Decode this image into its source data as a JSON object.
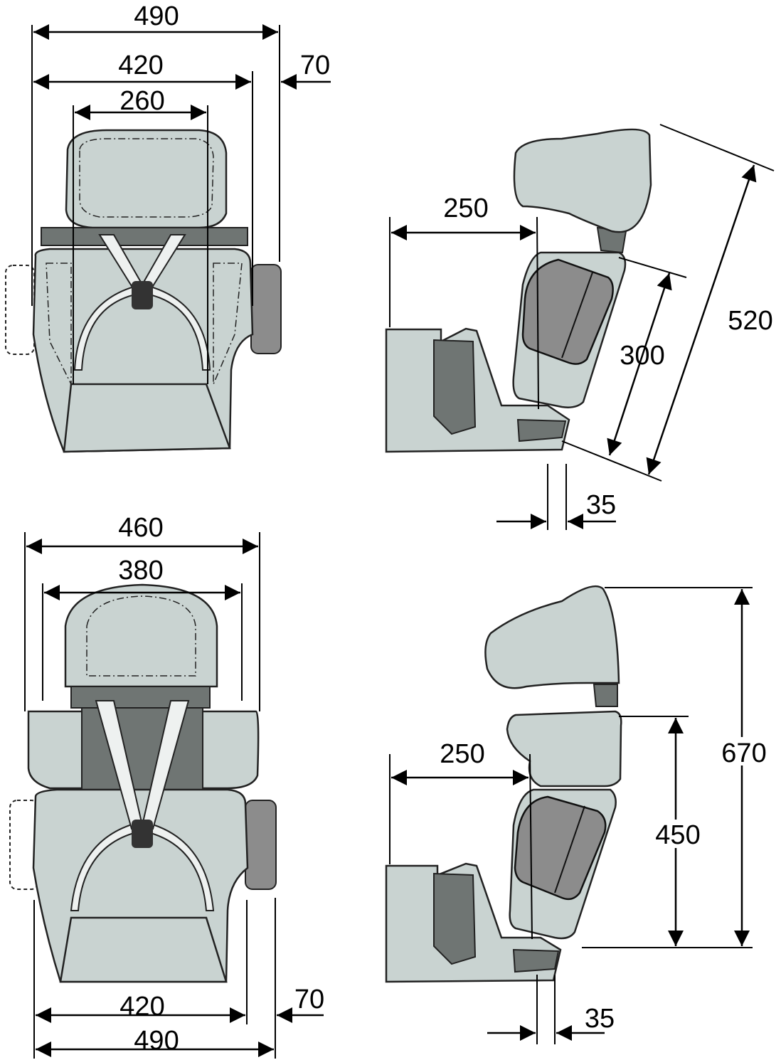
{
  "colors": {
    "seat": "#c9d3d1",
    "pad": "#8c8c8c",
    "metal": "#6f7573"
  },
  "top_front": {
    "overall_width": "490",
    "seat_width": "420",
    "side_extension": "70",
    "headrest_width": "260"
  },
  "top_side": {
    "seat_depth": "250",
    "backrest_height": "300",
    "total_height": "520",
    "offset": "35"
  },
  "bottom_front": {
    "headrest_width": "460",
    "headrest_inner_width": "380",
    "seat_width": "420",
    "overall_width": "490",
    "side_extension": "70"
  },
  "bottom_side": {
    "seat_depth": "250",
    "total_height": "670",
    "backrest_height": "450",
    "offset": "35"
  }
}
